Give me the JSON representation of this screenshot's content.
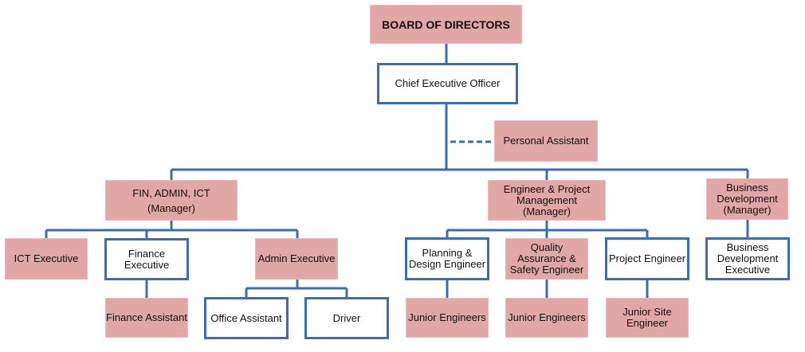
{
  "nodes": {
    "board": "BOARD OF DIRECTORS",
    "ceo": "Chief Executive Officer",
    "pa": "Personal Assistant",
    "fin_mgr": "FIN, ADMIN, ICT\n(Manager)",
    "epm_mgr": "Engineer & Project\nManagement\n(Manager)",
    "bd_mgr": "Business\nDevelopment\n(Manager)",
    "ict_exec": "ICT Executive",
    "fin_exec": "Finance\nExecutive",
    "admin_exec": "Admin Executive",
    "fin_asst": "Finance Assistant",
    "office_asst": "Office Assistant",
    "driver": "Driver",
    "planning": "Planning &\nDesign Engineer",
    "qa": "Quality\nAssurance &\nSafety Engineer",
    "project_eng": "Project Engineer",
    "junior1": "Junior Engineers",
    "junior2": "Junior Engineers",
    "junior_site": "Junior Site\nEngineer",
    "bd_exec": "Business\nDevelopment\nExecutive"
  },
  "colors": {
    "line": "#3e6dab",
    "highlight": "#e0a7a6"
  }
}
